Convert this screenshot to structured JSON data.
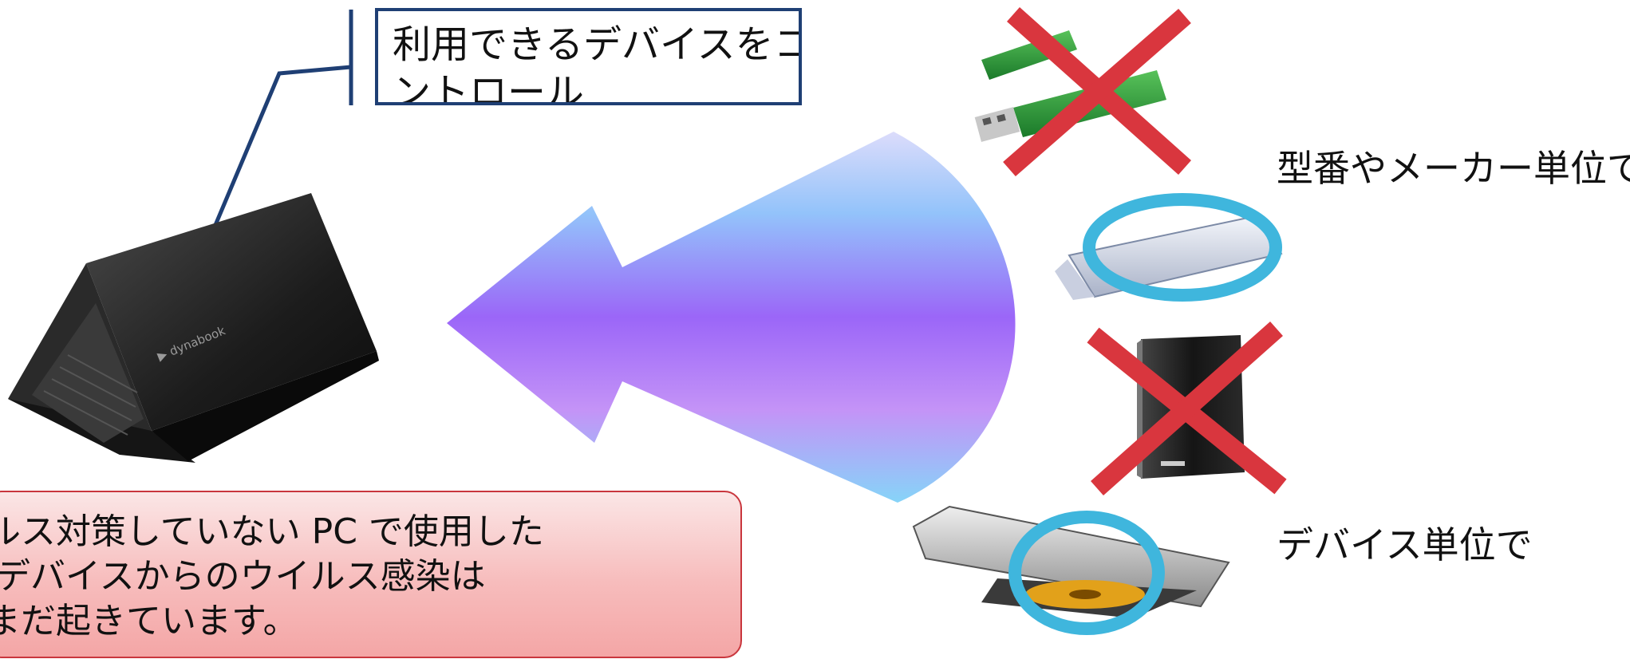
{
  "callout": {
    "line1": "利用できるデバイスをコ",
    "line2": "ントロール"
  },
  "labels": {
    "model_unit": "型番やメーカー単位で",
    "device_unit": "デバイス単位で"
  },
  "warning": {
    "line1": "ルス対策していない PC で使用した",
    "line2": "デバイスからのウイルス感染は",
    "line3": "まだ起きています。"
  },
  "colors": {
    "callout_border": "#1f3f74",
    "deny_mark": "#d9363e",
    "allow_mark": "#3fb6dd",
    "arrow_top": "#d6d8fb",
    "arrow_mid": "#9b6bf7",
    "arrow_bottom": "#86d0f7",
    "warning_fill": "#f7bcbc"
  },
  "icons": [
    "laptop-icon",
    "usb-drive-icon",
    "usb-stick-icon",
    "external-hdd-icon",
    "optical-drive-icon",
    "deny-x-icon",
    "allow-circle-icon"
  ]
}
